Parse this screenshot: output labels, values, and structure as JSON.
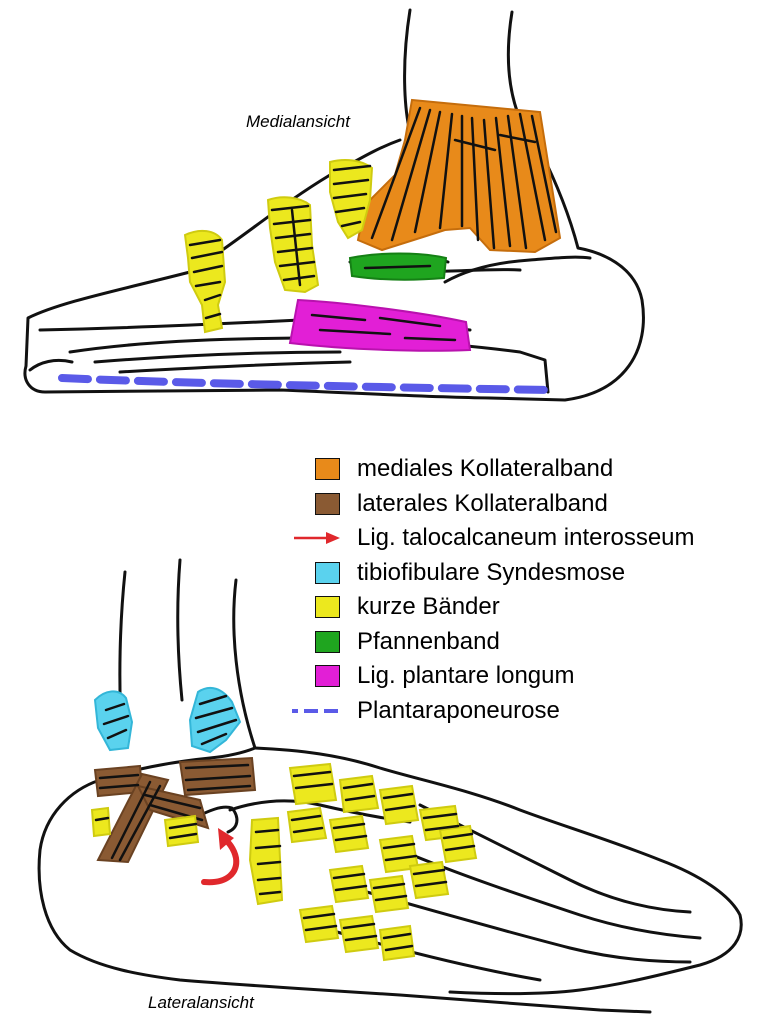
{
  "captions": {
    "medial": "Medialansicht",
    "lateral": "Lateralansicht"
  },
  "legend": [
    {
      "label": "mediales Kollateralband",
      "kind": "swatch",
      "color": "#e88a1a"
    },
    {
      "label": "laterales Kollateralband",
      "kind": "swatch",
      "color": "#8a5a33"
    },
    {
      "label": "Lig. talocalcaneum interosseum",
      "kind": "arrow",
      "color": "#e0282c"
    },
    {
      "label": "tibiofibulare Syndesmose",
      "kind": "swatch",
      "color": "#5ad2ee"
    },
    {
      "label": "kurze Bänder",
      "kind": "swatch",
      "color": "#ece81e"
    },
    {
      "label": "Pfannenband",
      "kind": "swatch",
      "color": "#1fa51f"
    },
    {
      "label": "Lig. plantare longum",
      "kind": "swatch",
      "color": "#e21fd6"
    },
    {
      "label": "Plantaraponeurose",
      "kind": "dashes",
      "color": "#5a5ae8"
    }
  ]
}
